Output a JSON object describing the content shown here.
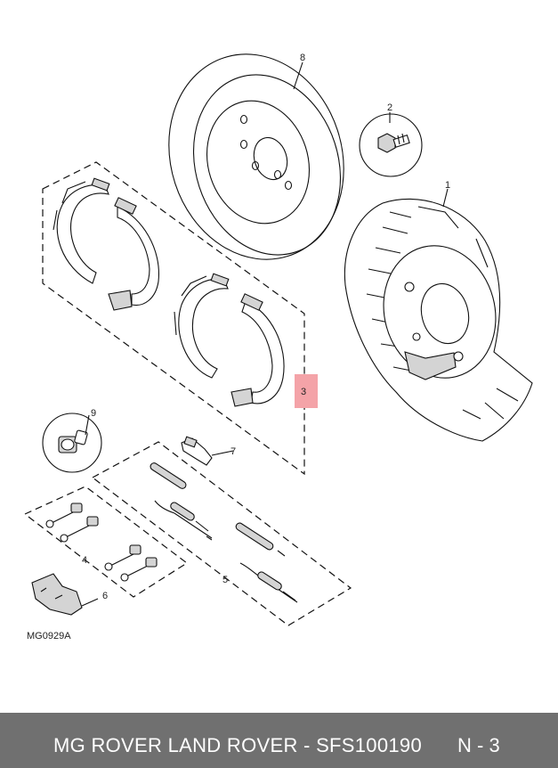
{
  "diagram": {
    "callouts": {
      "c1": "1",
      "c2": "2",
      "c3": "3",
      "c4": "4",
      "c5": "5",
      "c6": "6",
      "c7": "7",
      "c8": "8",
      "c9": "9"
    },
    "figure_code": "MG0929A",
    "highlight_color": "#f4a3a8"
  },
  "footer": {
    "title": "MG ROVER LAND ROVER - SFS100190",
    "page": "N - 3"
  }
}
